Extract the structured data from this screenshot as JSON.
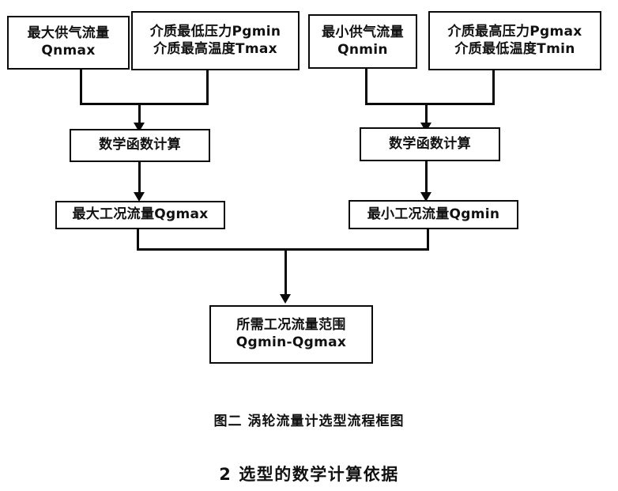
{
  "figure": {
    "type": "flowchart",
    "caption": "图二  涡轮流量计选型流程框图",
    "nodes": {
      "input_max_flow": {
        "lines": [
          "最大供气流量",
          "Qnmax"
        ]
      },
      "input_min_pressure_max_temp": {
        "lines": [
          "介质最低压力Pgmin",
          "介质最高温度Tmax"
        ]
      },
      "input_min_flow": {
        "lines": [
          "最小供气流量",
          "Qnmin"
        ]
      },
      "input_max_pressure_min_temp": {
        "lines": [
          "介质最高压力Pgmax",
          "介质最低温度Tmin"
        ]
      },
      "calc_left": {
        "lines": [
          "数学函数计算"
        ]
      },
      "calc_right": {
        "lines": [
          "数学函数计算"
        ]
      },
      "result_max": {
        "lines": [
          "最大工况流量Qgmax"
        ]
      },
      "result_min": {
        "lines": [
          "最小工况流量Qgmin"
        ]
      },
      "final_range": {
        "lines": [
          "所需工况流量范围",
          "Qgmin-Qgmax"
        ]
      }
    }
  },
  "document": {
    "section_heading": "2  选型的数学计算依据"
  },
  "colors": {
    "ink": "#0a0a0a",
    "paper": "#ffffff"
  }
}
